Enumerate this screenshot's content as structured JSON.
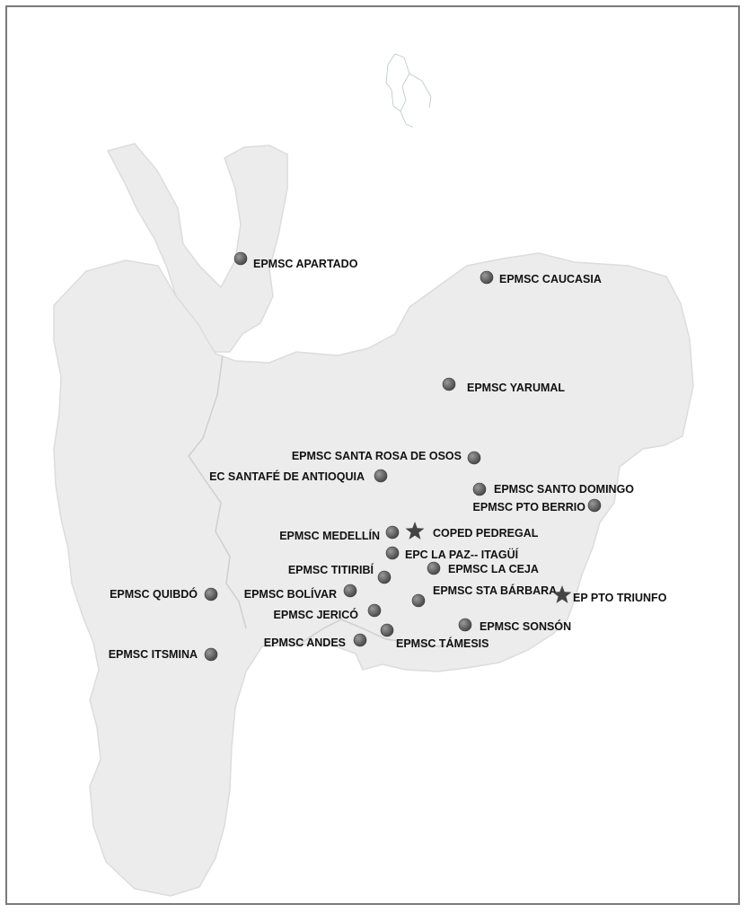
{
  "markers": [
    {
      "id": "apartado",
      "label": "EPMSC APARTADO",
      "type": "prison"
    },
    {
      "id": "caucasia",
      "label": "EPMSC CAUCASIA",
      "type": "prison"
    },
    {
      "id": "yarumal",
      "label": "EPMSC YARUMAL",
      "type": "prison"
    },
    {
      "id": "santa-rosa",
      "label": "EPMSC SANTA ROSA DE OSOS",
      "type": "prison"
    },
    {
      "id": "santafe",
      "label": "EC SANTAFÉ DE ANTIOQUIA",
      "type": "prison"
    },
    {
      "id": "santo-domingo",
      "label": "EPMSC SANTO DOMINGO",
      "type": "prison"
    },
    {
      "id": "pto-berrio",
      "label": "EPMSC PTO BERRIO",
      "type": "prison"
    },
    {
      "id": "medellin",
      "label": "EPMSC MEDELLÍN",
      "type": "prison"
    },
    {
      "id": "coped",
      "label": "COPED PEDREGAL",
      "type": "complex"
    },
    {
      "id": "itagui",
      "label": "EPC LA PAZ-- ITAGÜÍ",
      "type": "prison"
    },
    {
      "id": "titiribi",
      "label": "EPMSC TITIRIBÍ",
      "type": "prison"
    },
    {
      "id": "la-ceja",
      "label": "EPMSC LA CEJA",
      "type": "prison"
    },
    {
      "id": "quibdo",
      "label": "EPMSC  QUIBDÓ",
      "type": "prison"
    },
    {
      "id": "bolivar",
      "label": "EPMSC BOLÍVAR",
      "type": "prison"
    },
    {
      "id": "sta-barbara",
      "label": "EPMSC STA BÁRBARA",
      "type": "prison"
    },
    {
      "id": "pto-triunfo",
      "label": "EP PTO TRIUNFO",
      "type": "complex"
    },
    {
      "id": "jerico",
      "label": "EPMSC JERICÓ",
      "type": "prison"
    },
    {
      "id": "sonson",
      "label": "EPMSC SONSÓN",
      "type": "prison"
    },
    {
      "id": "andes",
      "label": "EPMSC ANDES",
      "type": "prison"
    },
    {
      "id": "tamesis",
      "label": "EPMSC TÁMESIS",
      "type": "prison"
    },
    {
      "id": "itsmina",
      "label": "EPMSC  ITSMINA",
      "type": "prison"
    }
  ],
  "colors": {
    "land": "#ececec",
    "border": "#d2d2d2",
    "dot": "#6a6a6a",
    "star": "#444444",
    "text": "#111111"
  }
}
